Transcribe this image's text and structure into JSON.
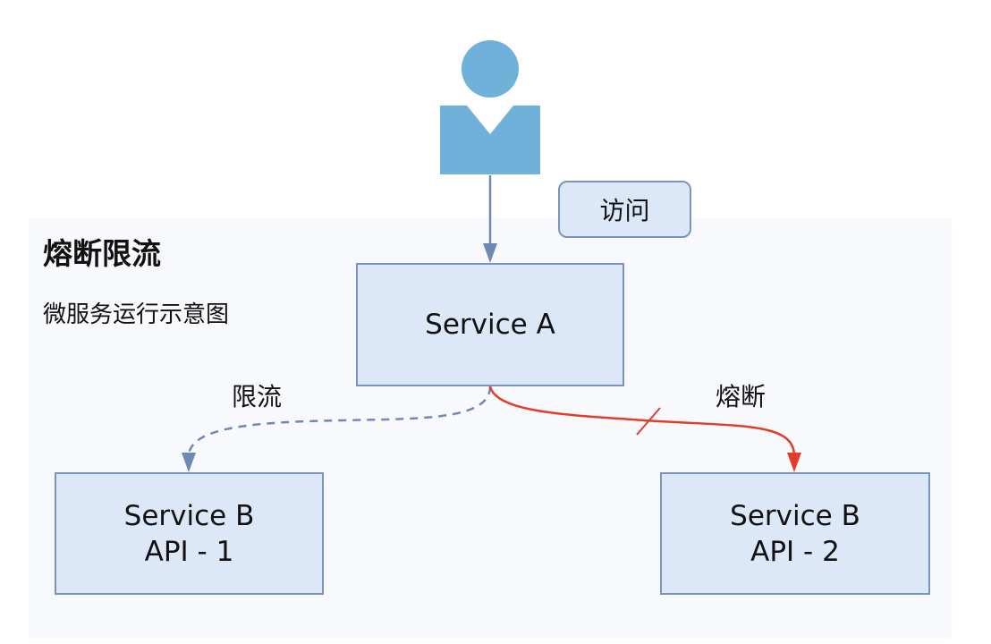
{
  "diagram": {
    "title": "熔断限流",
    "subtitle": "微服务运行示意图",
    "access_label": "访问",
    "service_a": {
      "line1": "Service A"
    },
    "service_b_api1": {
      "line1": "Service B",
      "line2": "API - 1"
    },
    "service_b_api2": {
      "line1": "Service B",
      "line2": "API - 2"
    },
    "edge_rate_limit": "限流",
    "edge_circuit_break": "熔断"
  },
  "colors": {
    "user": "#6fb1d8",
    "node_fill": "#dce8f8",
    "node_border": "#7e93b8",
    "rate_limit_edge": "#6f89b6",
    "circuit_break_edge": "#e23c2a",
    "panel": "#f8f9fd"
  }
}
